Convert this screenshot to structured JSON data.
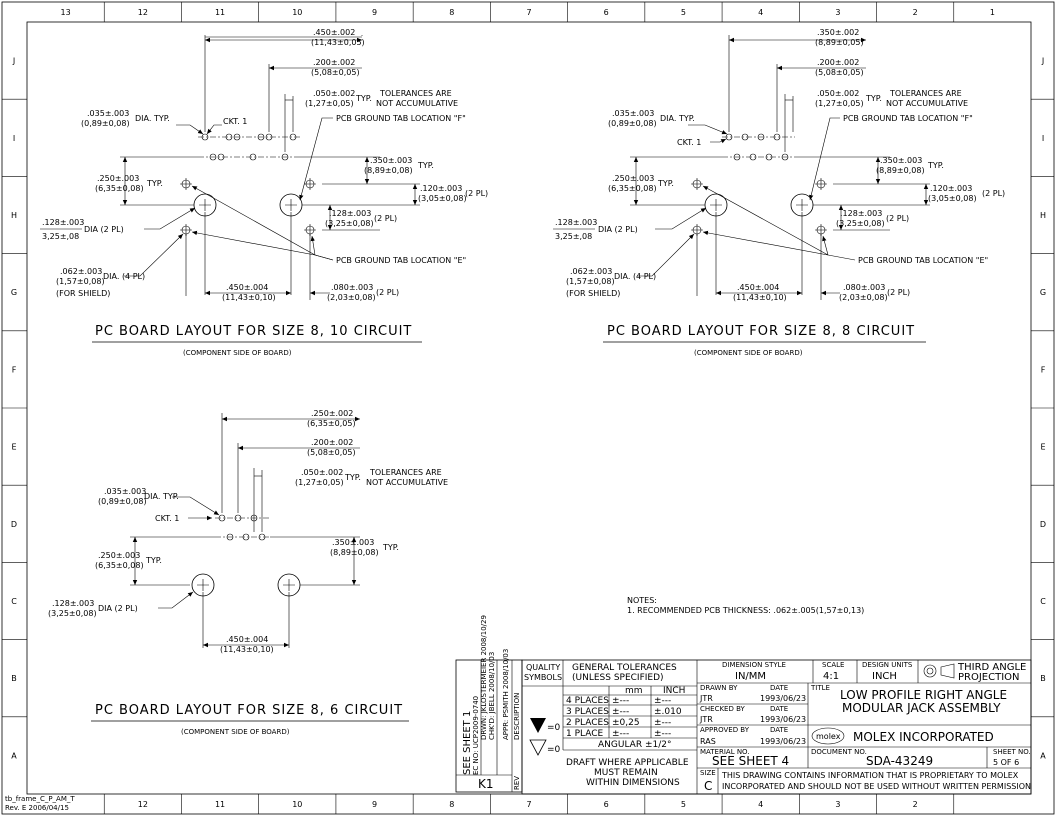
{
  "grid": {
    "columns": [
      "13",
      "12",
      "11",
      "10",
      "9",
      "8",
      "7",
      "6",
      "5",
      "4",
      "3",
      "2",
      "1"
    ],
    "rows": [
      "J",
      "I",
      "H",
      "G",
      "F",
      "E",
      "D",
      "C",
      "B",
      "A"
    ]
  },
  "layout10": {
    "title": "PC BOARD LAYOUT FOR SIZE 8, 10 CIRCUIT",
    "subtitle": "(COMPONENT SIDE OF BOARD)",
    "d450": ".450±.002",
    "d450mm": "(11,43±0,05)",
    "d200": ".200±.002",
    "d200mm": "(5,08±0,05)",
    "d050": ".050±.002",
    "d050mm": "(1,27±0,05)",
    "typ": "TYP.",
    "tol1": "TOLERANCES ARE",
    "tol2": "NOT ACCUMULATIVE",
    "d035": ".035±.003",
    "d035mm": "(0,89±0,08)",
    "diatyp": "DIA. TYP.",
    "ckt": "CKT. 1",
    "pcbf": "PCB GROUND TAB LOCATION \"F\"",
    "d350": ".350±.003",
    "d350mm": "(8,89±0,08)",
    "d250": ".250±.003",
    "d250mm": "(6,35±0,08)",
    "d120": ".120±.003",
    "d120mm": "(3,05±0,08)",
    "pl2": "(2 PL)",
    "d128": ".128±.003",
    "d128mm": "3,25±,08",
    "dia2": "DIA (2 PL)",
    "d128b": ".128±.003",
    "d128bmm": "(3,25±0,08)",
    "pcbe": "PCB GROUND TAB LOCATION \"E\"",
    "d062": ".062±.003",
    "d062mm": "(1,57±0,08)",
    "dia4": "DIA. (4 PL)",
    "shield": "(FOR SHIELD)",
    "d450b": ".450±.004",
    "d450bmm": "(11,43±0,10)",
    "d080": ".080±.003",
    "d080mm": "(2,03±0,08)"
  },
  "layout8": {
    "title": "PC BOARD LAYOUT FOR SIZE 8, 8 CIRCUIT",
    "subtitle": "(COMPONENT SIDE OF BOARD)",
    "d350t": ".350±.002",
    "d350tmm": "(8,89±0,05)"
  },
  "layout6": {
    "title": "PC BOARD LAYOUT FOR SIZE 8, 6 CIRCUIT",
    "subtitle": "(COMPONENT SIDE OF BOARD)",
    "d250t": ".250±.002",
    "d250tmm": "(6,35±0,05)"
  },
  "notes": {
    "heading": "NOTES:",
    "n1": "1. RECOMMENDED PCB THICKNESS: .062±.005(1,57±0,13)"
  },
  "revblock": {
    "sheet": "SEE SHEET 1",
    "ec": "EC NO: UCP2009-0740",
    "drwn": "DRWN: JKLOSTERMEIER 2008/10/29",
    "chkd": "CHK'D: JBELL     2008/10/03",
    "apprd": "APPR: PSMITH    2008/10/03",
    "rev": "K1",
    "desc": "DESCRIPTION",
    "revl": "REV"
  },
  "titleblock": {
    "quality": "QUALITY",
    "symbols": "SYMBOLS",
    "gentol1": "GENERAL TOLERANCES",
    "gentol2": "(UNLESS SPECIFIED)",
    "mm": "mm",
    "inch": "INCH",
    "p4": "4 PLACES",
    "p3": "3 PLACES",
    "p2": "2 PLACES",
    "p1": "1 PLACE",
    "p4mm": "±---",
    "p3mm": "±---",
    "p2mm": "±0,25",
    "p1mm": "±---",
    "p4in": "±---",
    "p3in": "±.010",
    "p2in": "±---",
    "p1in": "±---",
    "angular": "ANGULAR ±1/2°",
    "draft1": "DRAFT WHERE APPLICABLE",
    "draft2": "MUST REMAIN",
    "draft3": "WITHIN DIMENSIONS",
    "dimstyle": "DIMENSION STYLE",
    "dimval": "IN/MM",
    "scale": "SCALE",
    "scaleval": "4:1",
    "units": "DESIGN UNITS",
    "unitsval": "INCH",
    "proj1": "THIRD ANGLE",
    "proj2": "PROJECTION",
    "drawnby": "DRAWN BY",
    "drawnval": "JTR",
    "checkedby": "CHECKED BY",
    "checkedval": "JTR",
    "apprby": "APPROVED BY",
    "apprval": "RAS",
    "date": "DATE",
    "d1": "1993/06/23",
    "d2": "1993/06/23",
    "d3": "1993/06/23",
    "titlel": "TITLE",
    "title1": "LOW PROFILE RIGHT ANGLE",
    "title2": "MODULAR JACK ASSEMBLY",
    "logo": "molex",
    "company": "MOLEX INCORPORATED",
    "material": "MATERIAL NO.",
    "materialval": "SEE SHEET 4",
    "docno": "DOCUMENT NO.",
    "docval": "SDA-43249",
    "sheetno": "SHEET NO.",
    "sheetval": "5 OF 6",
    "size": "SIZE",
    "sizeval": "C",
    "prop1": "THIS DRAWING CONTAINS INFORMATION THAT IS PROPRIETARY TO MOLEX",
    "prop2": "INCORPORATED AND SHOULD NOT BE USED WITHOUT WRITTEN PERMISSION"
  },
  "frame": {
    "line1": "tb_frame_C_P_AM_T",
    "line2": "Rev. E 2006/04/15"
  }
}
